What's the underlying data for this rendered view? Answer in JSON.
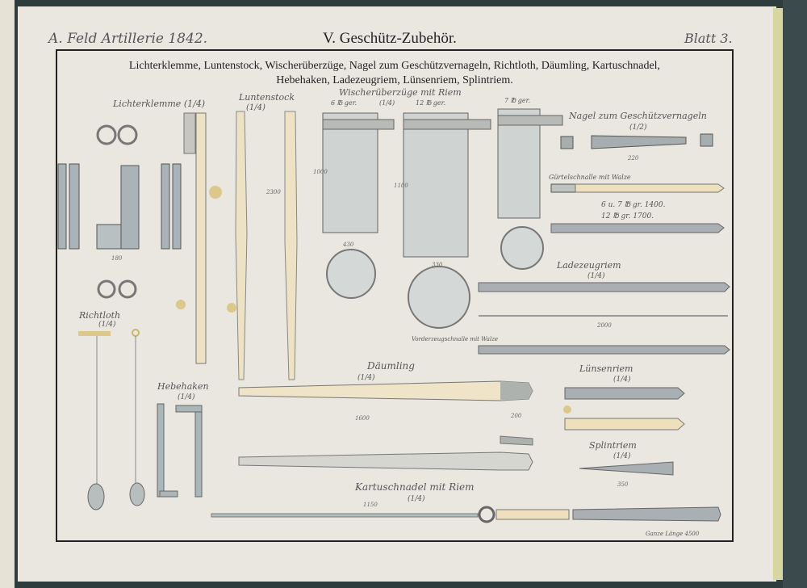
{
  "header": {
    "left": "A. Feld Artillerie 1842.",
    "center": "V. Geschütz-Zubehör.",
    "right": "Blatt 3."
  },
  "subtitle": {
    "line1": "Lichterklemme, Luntenstock, Wischerüberzüge, Nagel zum Geschützvernageln, Richtloth, Däumling, Kartuschnadel,",
    "line2": "Hebehaken, Ladezeugriem, Lünsenriem, Splintriem."
  },
  "labels": {
    "lichterklemme": "Lichterklemme (1/4)",
    "luntenstock": "Luntenstock",
    "luntenstock_scale": "(1/4)",
    "wischer": "Wischerüberzüge mit Riem",
    "wischer_scale": "(1/4)",
    "w6": "6 ℔ ger.",
    "w12": "12 ℔ ger.",
    "w7": "7 ℔ ger.",
    "nagel": "Nagel zum Geschützvernageln",
    "nagel_scale": "(1/2)",
    "guertel": "Gürtelschnalle mit Walze",
    "g1": "6 u. 7 ℔ gr. 1400.",
    "g2": "12 ℔ gr. 1700.",
    "ladezeug": "Ladezeugriem",
    "ladezeug_scale": "(1/4)",
    "richtloth": "Richtloth",
    "richtloth_scale": "(1/4)",
    "hebehaken": "Hebehaken",
    "hebehaken_scale": "(1/4)",
    "daeumling": "Däumling",
    "daeumling_scale": "(1/4)",
    "luensen": "Lünsenriem",
    "luensen_scale": "(1/4)",
    "splint": "Splintriem",
    "splint_scale": "(1/4)",
    "kartusch": "Kartuschnadel mit Riem",
    "kartusch_scale": "(1/4)",
    "vorderzeug": "Vorderzeugschnalle mit Walze",
    "ganze": "Ganze Länge 4500"
  },
  "dims": {
    "d1000": "1000",
    "d1100": "1100",
    "d430": "430",
    "d330": "330",
    "d220": "220",
    "d2000": "2000",
    "d1600": "1600",
    "d200": "200",
    "d350": "350",
    "d180": "180",
    "d1150": "1150",
    "d2300": "2300"
  }
}
